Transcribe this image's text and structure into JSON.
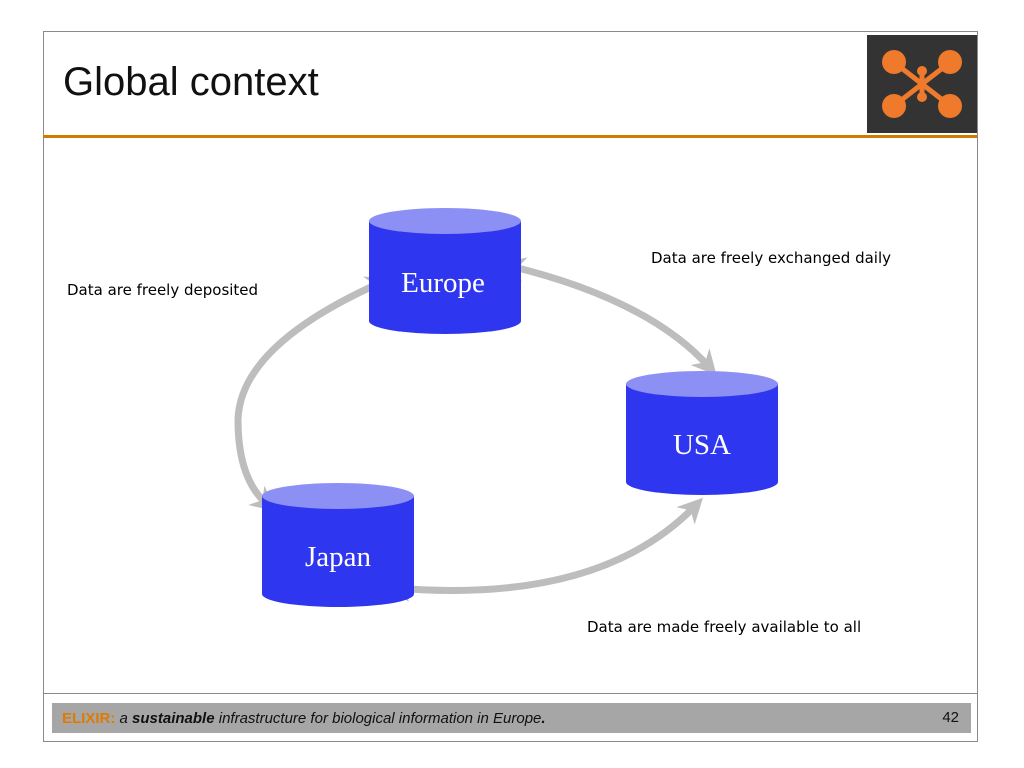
{
  "slide": {
    "title": "Global context",
    "page_number": "42"
  },
  "diagram": {
    "nodes": {
      "europe": "Europe",
      "usa": "USA",
      "japan": "Japan"
    },
    "notes": {
      "deposited": "Data are freely deposited",
      "exchanged": "Data are freely exchanged daily",
      "available": "Data are made freely available to all"
    }
  },
  "footer": {
    "brand": "ELIXIR:",
    "prefix": " a ",
    "emphasis": "sustainable",
    "suffix": " infrastructure for biological information in Europe",
    "end": "."
  },
  "colors": {
    "accent_rule": "#d17a00",
    "cylinder_body": "#2f36f0",
    "cylinder_top": "#8c90f4",
    "arrow": "#bdbdbd",
    "logo_bg": "#333333",
    "logo_orange": "#f07a2c",
    "footer_bg": "#a6a6a6"
  }
}
